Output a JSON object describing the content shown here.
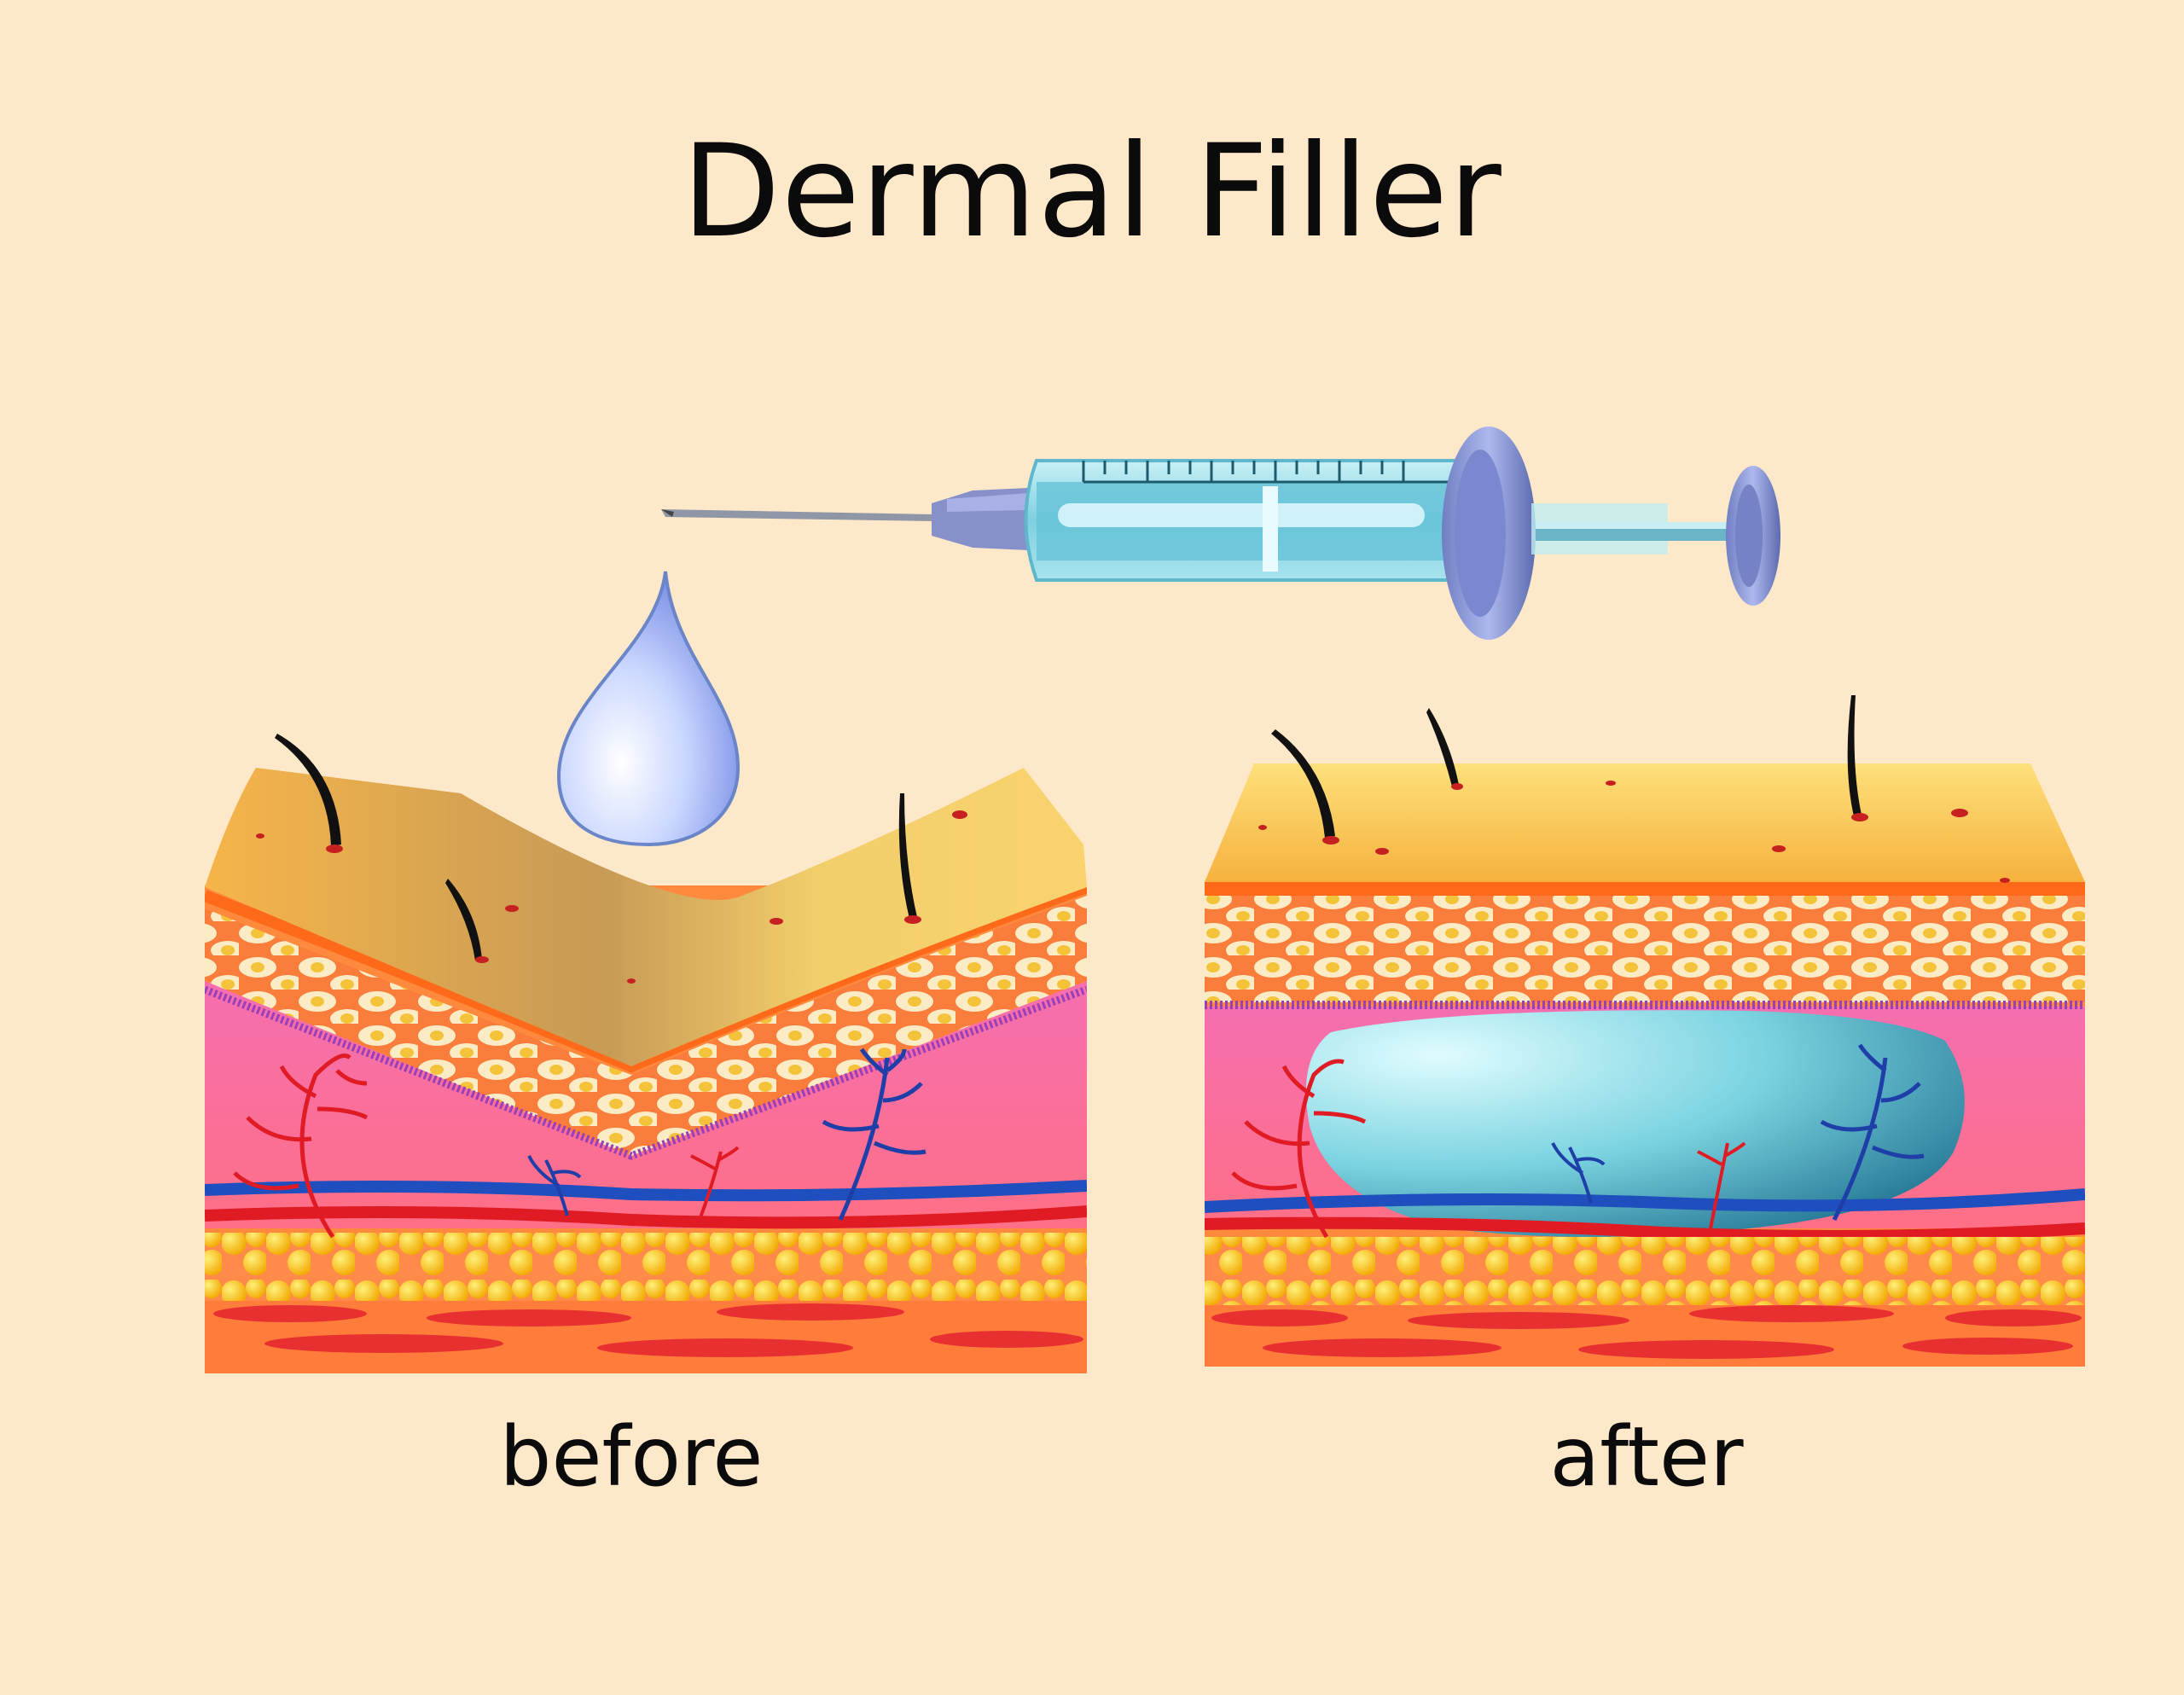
{
  "title": "Dermal Filler",
  "labels": {
    "before": "before",
    "after": "after"
  },
  "icons": [
    "syringe-icon",
    "water-drop-icon",
    "hair-icon"
  ],
  "colors": {
    "background": "#fde8c9",
    "epidermis": "#f6c75a",
    "dermis": "#f2679a",
    "fat": "#f8c21f",
    "filler": "#57b9cc",
    "artery": "#e01b24",
    "vein": "#1f3fa8"
  }
}
